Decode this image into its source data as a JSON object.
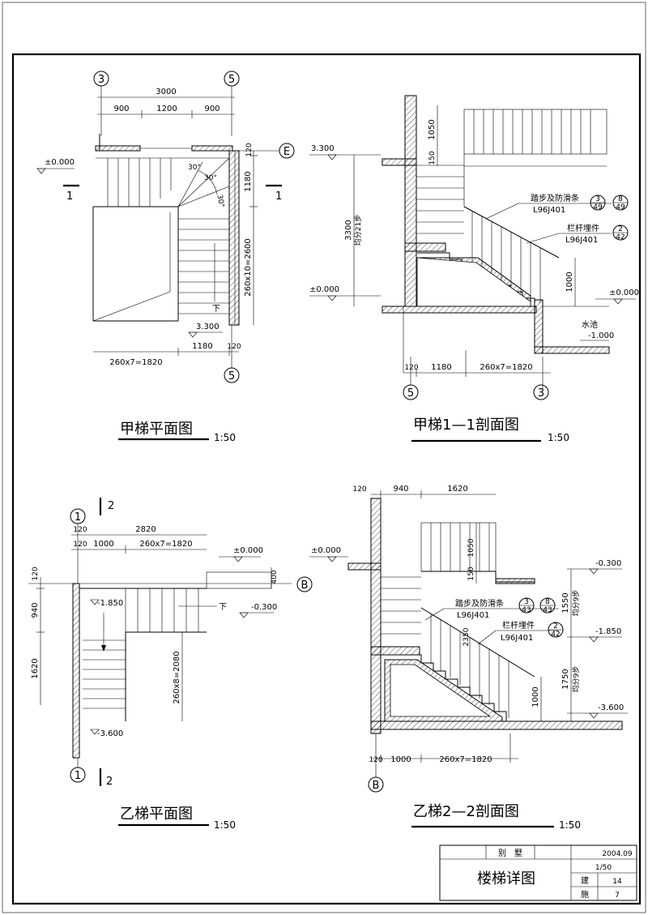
{
  "drawings": {
    "jia_plan": {
      "title": "甲梯平面图",
      "scale": "1:50",
      "axis_left": "3",
      "axis_right": "5",
      "axis_bottom": "5",
      "axis_row": "E",
      "dim_total": "3000",
      "dim_a": "900",
      "dim_b": "1200",
      "dim_c": "900",
      "dim_120a": "120",
      "dim_1180": "1180",
      "dim_2600": "260x10=2600",
      "dim_bottom": "260x7=1820",
      "dim_b1180": "1180",
      "dim_b120": "120",
      "elev_zero": "±0.000",
      "elev_33": "3.300",
      "angle1": "30°",
      "angle2": "30°",
      "angle3": "30°",
      "down": "下",
      "cut_left": "1",
      "cut_right": "1"
    },
    "jia_section": {
      "title": "甲梯1—1剖面图",
      "scale": "1:50",
      "elev_33": "3.300",
      "elev_zero_l": "±0.000",
      "elev_zero_r": "±0.000",
      "elev_m1": "-1.000",
      "dim_1050": "1050",
      "dim_150": "150",
      "dim_3300": "3300",
      "dim_steps": "均分21步",
      "dim_1000": "1000",
      "note1": "踏步及防滑条",
      "note1_code": "L96J401",
      "ref1a": "3",
      "ref1b": "49",
      "ref1c": "8",
      "ref1d": "49",
      "note2": "栏杆埋件",
      "note2_code": "L96J401",
      "ref2a": "2",
      "ref2b": "42",
      "pool": "水池",
      "dim_120": "120",
      "dim_1180": "1180",
      "dim_1820": "260x7=1820",
      "axis_left": "5",
      "axis_right": "3"
    },
    "yi_plan": {
      "title": "乙梯平面图",
      "scale": "1:50",
      "axis": "1",
      "axis_b": "B",
      "cut": "2",
      "dim_120a": "120",
      "dim_120b": "120",
      "dim_2820": "2820",
      "dim_1000": "1000",
      "dim_1820": "260x7=1820",
      "dim_v120": "120",
      "dim_940": "940",
      "dim_1620": "1620",
      "dim_400": "400",
      "dim_2080": "260x8=2080",
      "elev_zero": "±0.000",
      "elev_185": "-1.850",
      "elev_03": "-0.300",
      "elev_36": "-3.600",
      "down": "下"
    },
    "yi_section": {
      "title": "乙梯2—2剖面图",
      "scale": "1:50",
      "dim_120": "120",
      "dim_940": "940",
      "dim_1620": "1620",
      "dim_1050": "1050",
      "dim_150": "150",
      "dim_2350": "2350",
      "dim_1550": "1550",
      "dim_steps1": "均分9步",
      "dim_1750": "1750",
      "dim_steps2": "均分9步",
      "dim_1000": "1000",
      "elev_zero": "±0.000",
      "elev_03": "-0.300",
      "elev_185": "-1.850",
      "elev_36": "-3.600",
      "note1": "踏步及防滑条",
      "note1_code": "L96J401",
      "ref1a": "3",
      "ref1b": "43",
      "ref1c": "8",
      "ref1d": "43",
      "note2": "栏杆埋件",
      "note2_code": "L96J401",
      "ref2a": "2",
      "ref2b": "42",
      "dim_b120": "120",
      "dim_b1000": "1000",
      "dim_b1820": "260x7=1820",
      "axis": "B"
    }
  },
  "title_block": {
    "project": "别　墅",
    "date": "2004.09",
    "drawing": "楼梯详图",
    "scale": "1/50",
    "label_jian": "建",
    "sheet_no": "14",
    "label_shi": "施",
    "sheet_total": "7"
  }
}
